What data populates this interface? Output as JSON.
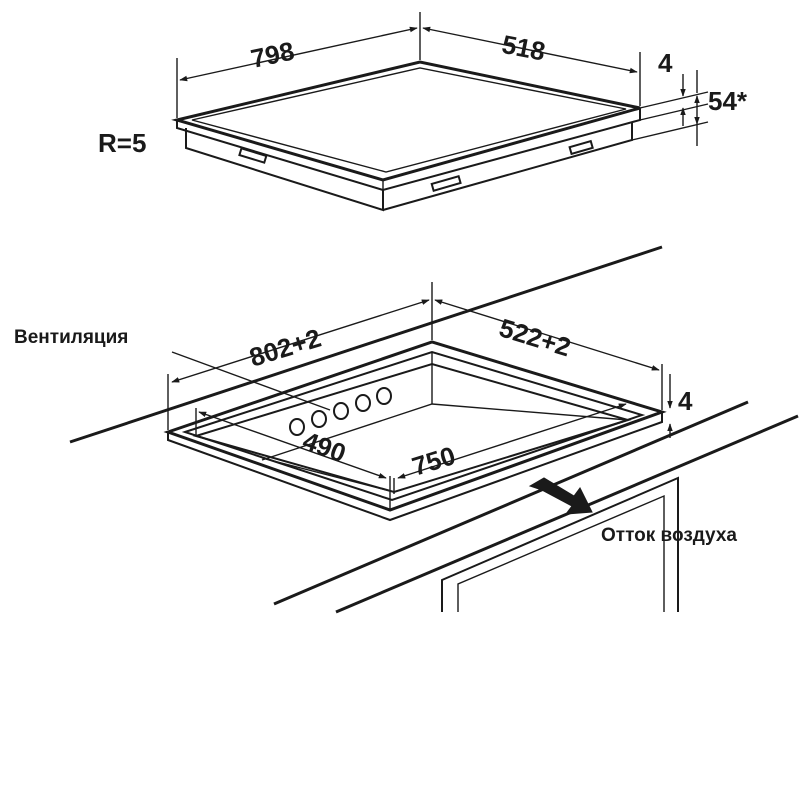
{
  "hob": {
    "width": "798",
    "depth": "518",
    "glass_thickness": "4",
    "total_height": "54*",
    "corner_radius": "R=5"
  },
  "cutout": {
    "width": "802+2",
    "depth": "522+2",
    "thickness": "4",
    "inner_depth": "490",
    "inner_width": "750"
  },
  "labels": {
    "ventilation": "Вентиляция",
    "air_outflow": "Отток воздуха"
  },
  "colors": {
    "line": "#1a1a1a",
    "background": "#ffffff"
  }
}
